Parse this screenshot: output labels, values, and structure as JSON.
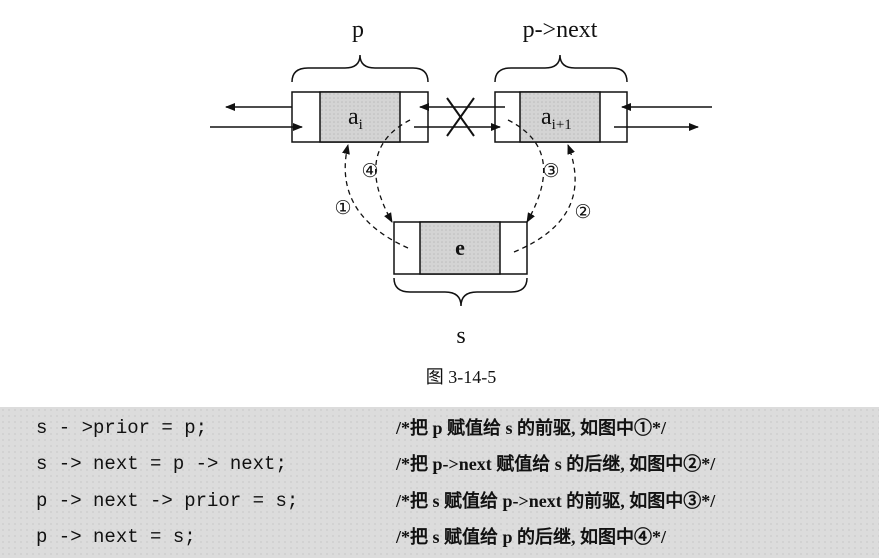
{
  "diagram": {
    "label_p": "p",
    "label_pnext": "p->next",
    "label_s": "s",
    "node_ai_base": "a",
    "node_ai_sub": "i",
    "node_ai1_base": "a",
    "node_ai1_sub": "i+1",
    "node_e": "e",
    "step_1": "①",
    "step_2": "②",
    "step_3": "③",
    "step_4": "④",
    "caption": "图 3-14-5"
  },
  "code_lines": [
    {
      "code": "s - >prior = p;",
      "comment": "/*把 p 赋值给 s 的前驱, 如图中①*/"
    },
    {
      "code": "s -> next = p -> next;",
      "comment": "/*把 p->next 赋值给 s 的后继, 如图中②*/"
    },
    {
      "code": "p -> next -> prior = s;",
      "comment": "/*把 s 赋值给 p->next 的前驱, 如图中③*/"
    },
    {
      "code": "p -> next = s;",
      "comment": "/*把 s 赋值给 p 的后继, 如图中④*/"
    }
  ]
}
